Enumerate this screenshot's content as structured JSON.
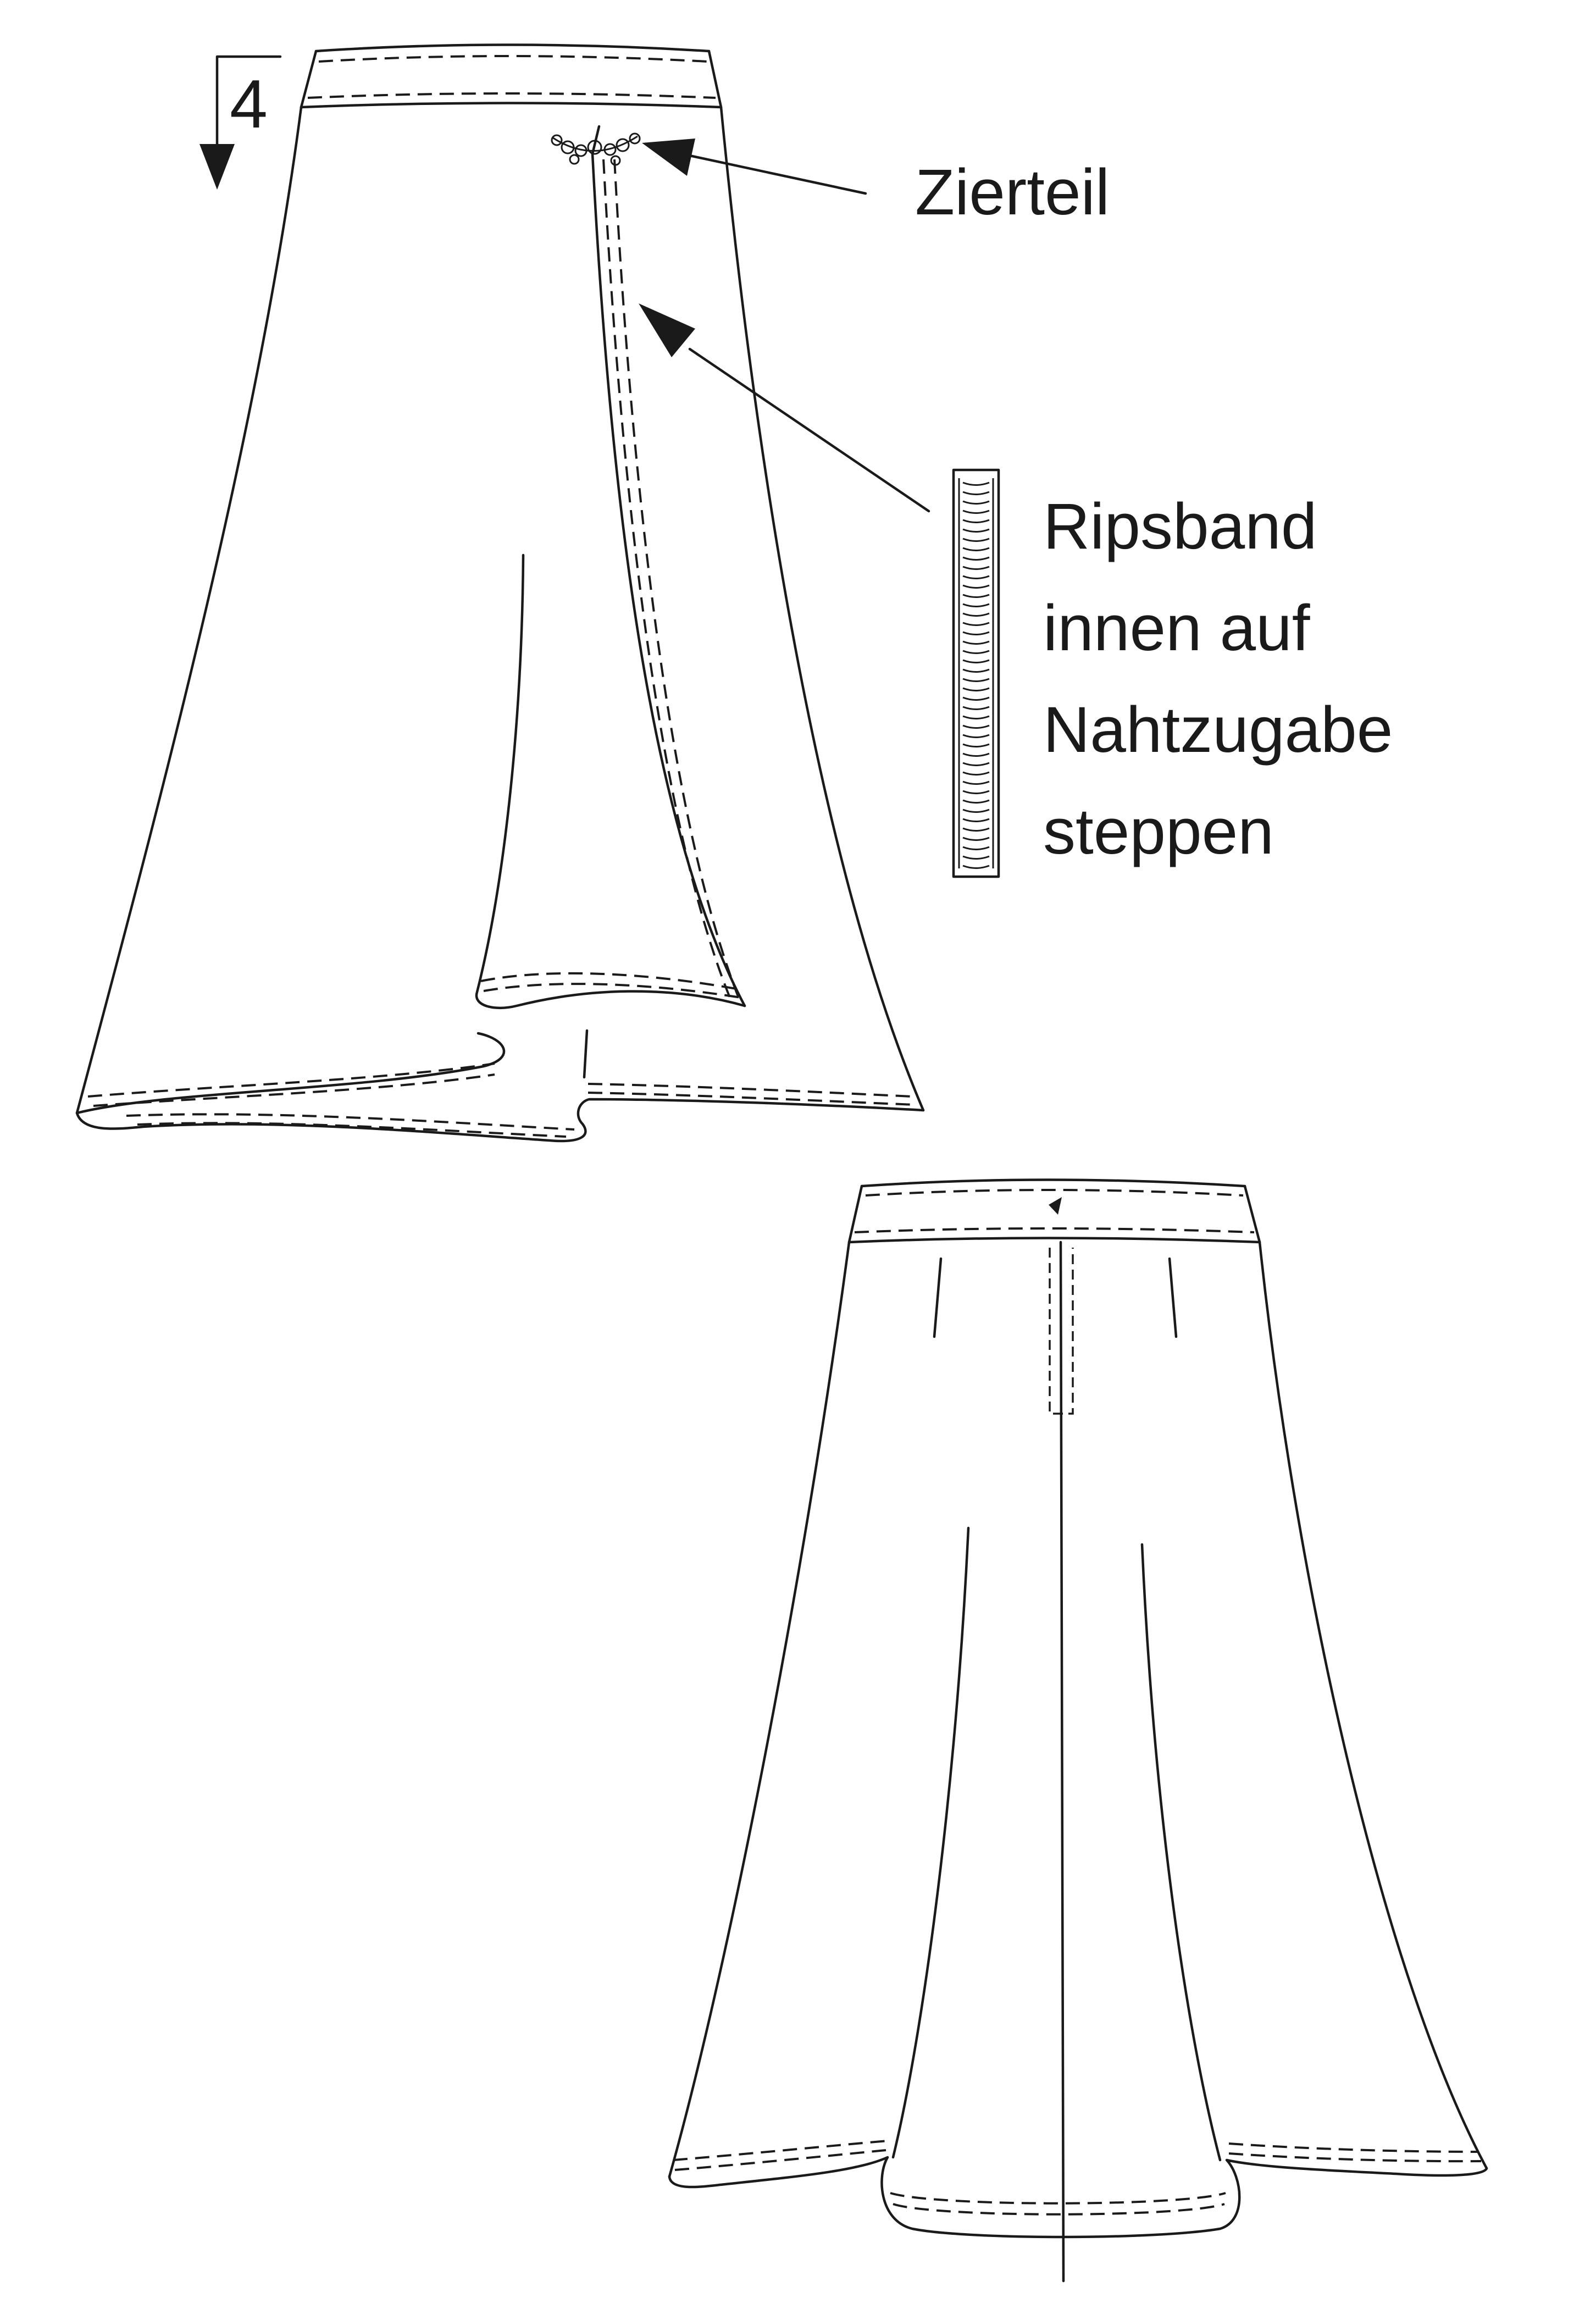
{
  "step": {
    "number": "4"
  },
  "labels": {
    "zierteil": "Zierteil",
    "ripsband_lines": [
      "Ripsband",
      "innen auf",
      "Nahtzugabe",
      "steppen"
    ]
  },
  "views": {
    "front": "skirt-front-view",
    "back": "skirt-back-view"
  },
  "icons": {
    "step_arrow": "arrow-down-icon",
    "ornament": "ornament-icon",
    "ribbon": "ribbon-swatch-icon"
  },
  "colors": {
    "ink": "#1a1a1a",
    "paper": "#ffffff"
  }
}
